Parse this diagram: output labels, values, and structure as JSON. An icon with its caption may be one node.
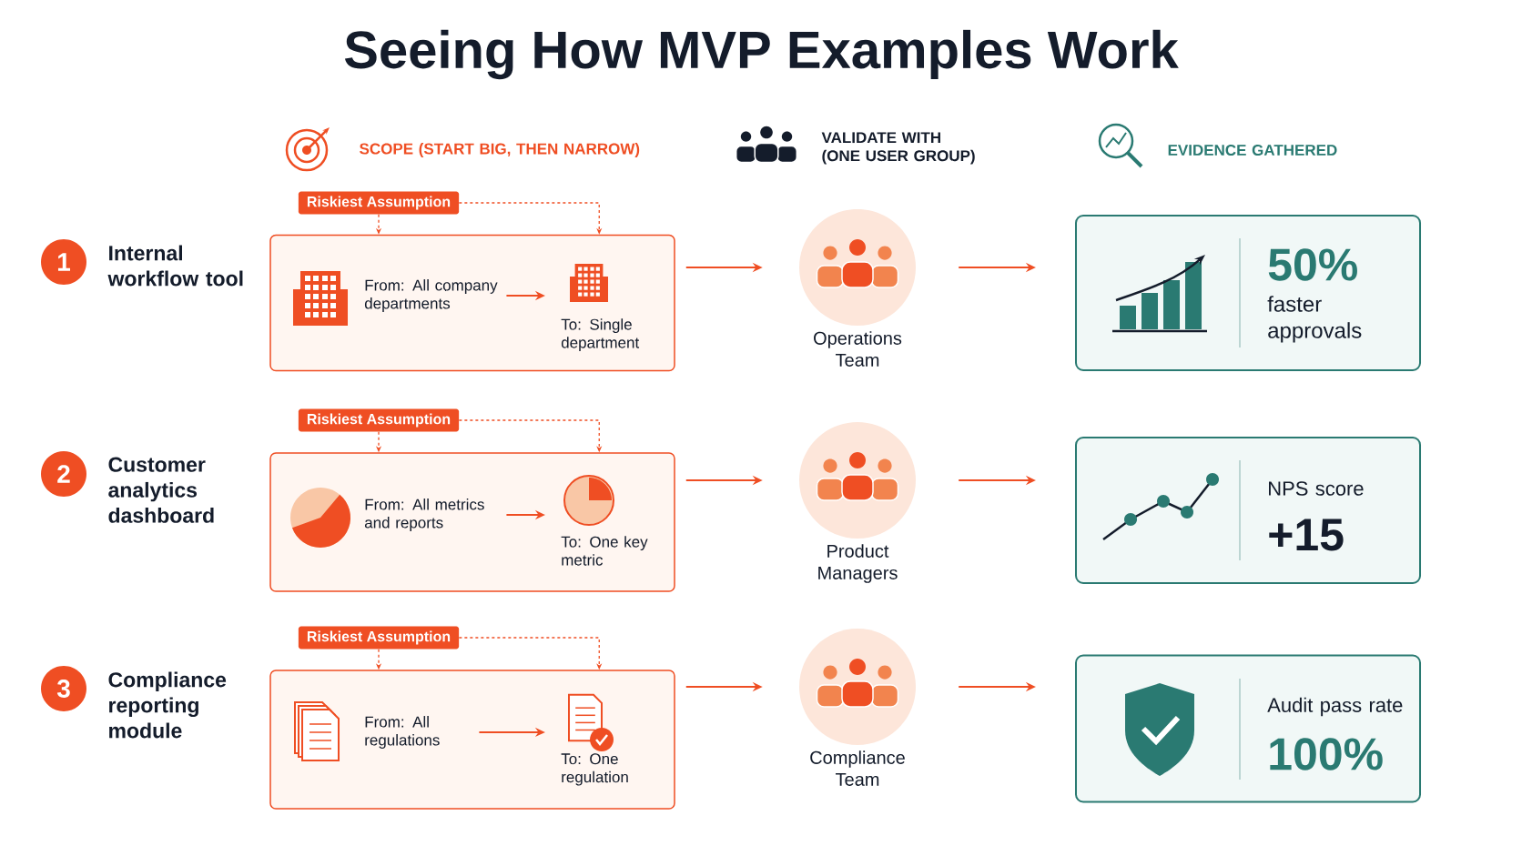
{
  "diagram": {
    "title": "Seeing How MVP Examples Work",
    "labels": [
      "SCOPE (START BIG, THEN NARROW)",
      "VALIDATE WITH (ONE USER GROUP)",
      "EVIDENCE GATHERED"
    ],
    "nodes": [
      {
        "text": [
          "1"
        ],
        "beside": [
          "Internal workflow tool"
        ]
      },
      {
        "text": [
          "Riskiest Assumption"
        ]
      },
      {
        "text": [],
        "shape": "box"
      },
      {
        "text": [
          "From: All company departments"
        ],
        "in": 2
      },
      {
        "text": [
          "To: Single department"
        ],
        "in": 2
      },
      {
        "text": [
          "Operations Team"
        ]
      },
      {
        "text": [
          "50%",
          "faster approvals"
        ]
      },
      {
        "text": [
          "2"
        ],
        "beside": [
          "Customer analytics dashboard"
        ]
      },
      {
        "text": [
          "Riskiest Assumption"
        ]
      },
      {
        "text": [],
        "shape": "box"
      },
      {
        "text": [
          "From: All metrics and reports"
        ],
        "in": 9
      },
      {
        "text": [
          "To: One key metric"
        ],
        "in": 9
      },
      {
        "text": [
          "Product Managers"
        ]
      },
      {
        "text": [
          "NPS score",
          "+15"
        ]
      },
      {
        "text": [
          "3"
        ],
        "beside": [
          "Compliance reporting module"
        ]
      },
      {
        "text": [
          "Riskiest Assumption"
        ]
      },
      {
        "text": [],
        "shape": "box"
      },
      {
        "text": [
          "From: All regulations"
        ],
        "in": 16
      },
      {
        "text": [
          "To: One regulation"
        ],
        "in": 16
      },
      {
        "text": [
          "Compliance Team"
        ]
      },
      {
        "text": [
          "Audit pass rate",
          "100%"
        ]
      }
    ],
    "edges": [
      {
        "from": 1,
        "to": 2,
        "arrow": "to",
        "style": "dashed"
      },
      {
        "from": 1,
        "to": 2,
        "arrow": "to",
        "style": "dashed"
      },
      {
        "from": 3,
        "to": 4,
        "arrow": "to"
      },
      {
        "from": 2,
        "to": 5,
        "arrow": "to"
      },
      {
        "from": 5,
        "to": 6,
        "arrow": "to"
      },
      {
        "from": 8,
        "to": 9,
        "arrow": "to",
        "style": "dashed"
      },
      {
        "from": 8,
        "to": 9,
        "arrow": "to",
        "style": "dashed"
      },
      {
        "from": 10,
        "to": 11,
        "arrow": "to"
      },
      {
        "from": 9,
        "to": 12,
        "arrow": "to"
      },
      {
        "from": 12,
        "to": 13,
        "arrow": "to"
      },
      {
        "from": 15,
        "to": 16,
        "arrow": "to",
        "style": "dashed"
      },
      {
        "from": 15,
        "to": 16,
        "arrow": "to",
        "style": "dashed"
      },
      {
        "from": 17,
        "to": 18,
        "arrow": "to"
      },
      {
        "from": 16,
        "to": 19,
        "arrow": "to"
      },
      {
        "from": 19,
        "to": 20,
        "arrow": "to"
      }
    ]
  }
}
